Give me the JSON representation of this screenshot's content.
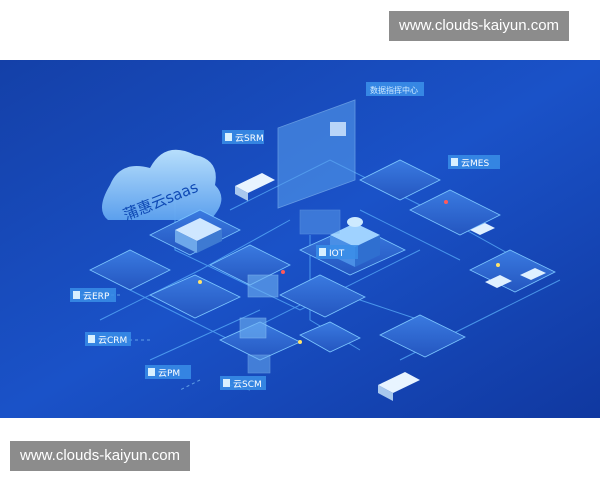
{
  "watermark_top": "www.clouds-kaiyun.com",
  "watermark_bottom": "www.clouds-kaiyun.com",
  "cloud_title": "蒲惠云saas",
  "colors": {
    "background": "#1646b8",
    "accent": "#6fd7ff",
    "panel": "#3a8ee8"
  },
  "labels": {
    "data_center": "数据指挥中心",
    "srm": "云SRM",
    "mes": "云MES",
    "iot": "IOT",
    "erp": "云ERP",
    "crm": "云CRM",
    "pm": "云PM",
    "scm": "云SCM"
  }
}
